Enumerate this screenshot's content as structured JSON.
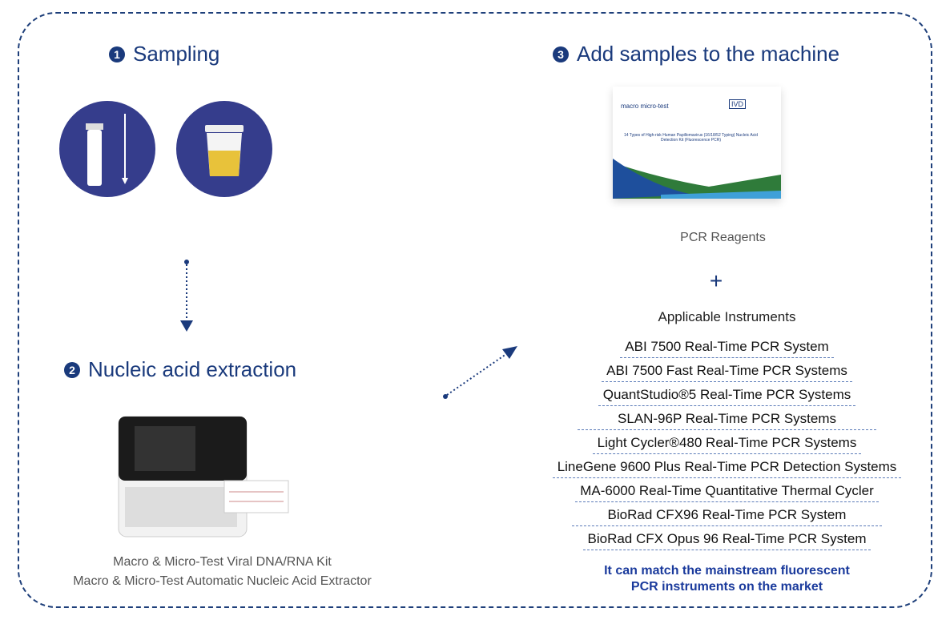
{
  "steps": [
    {
      "num": "1",
      "title": "Sampling"
    },
    {
      "num": "2",
      "title": "Nucleic acid extraction"
    },
    {
      "num": "3",
      "title": "Add samples to the machine"
    }
  ],
  "extraction_caption": [
    "Macro & Micro-Test Viral DNA/RNA Kit",
    "Macro & Micro-Test Automatic Nucleic Acid Extractor"
  ],
  "reagent_box": {
    "brand": "macro micro-test",
    "badge": "IVD",
    "title": "14 Types of High-risk Human Papillomavirus (16/18/52 Typing) Nucleic Acid Detection Kit (Fluorescence PCR)"
  },
  "reagents_label": "PCR Reagents",
  "plus": "+",
  "instruments_label": "Applicable Instruments",
  "instruments": [
    "ABI 7500 Real-Time PCR System",
    "ABI 7500 Fast Real-Time PCR Systems",
    "QuantStudio®5 Real-Time PCR Systems",
    "SLAN-96P Real-Time PCR Systems",
    "Light Cycler®480 Real-Time PCR Systems",
    "LineGene 9600 Plus Real-Time PCR Detection Systems",
    "MA-6000 Real-Time Quantitative Thermal Cycler",
    "BioRad CFX96 Real-Time PCR System",
    "BioRad CFX Opus 96 Real-Time PCR System"
  ],
  "note": [
    "It can match the mainstream fluorescent",
    "PCR instruments on the market"
  ],
  "colors": {
    "navy": "#1a3a7c",
    "circle": "#353d8c"
  }
}
